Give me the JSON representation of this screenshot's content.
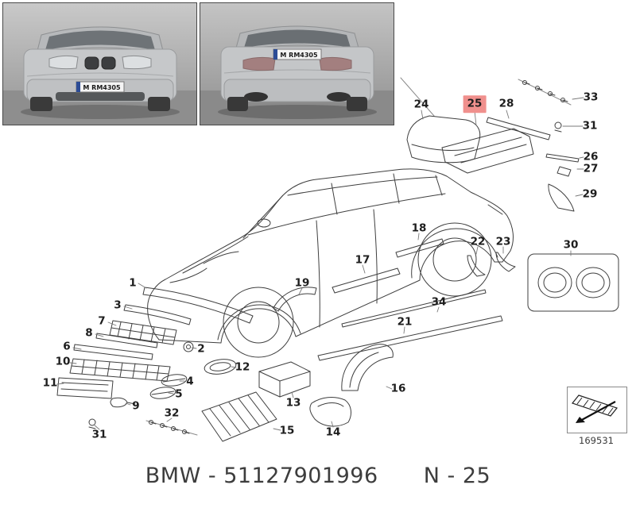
{
  "colors": {
    "highlight": "#f0908d",
    "line": "#3f3f3f"
  },
  "photos": {
    "front": {
      "plate": "M RM4305"
    },
    "rear": {
      "plate": "M RM4305"
    }
  },
  "callouts": [
    {
      "text": "1"
    },
    {
      "text": "2"
    },
    {
      "text": "3"
    },
    {
      "text": "4"
    },
    {
      "text": "5"
    },
    {
      "text": "6"
    },
    {
      "text": "7"
    },
    {
      "text": "8"
    },
    {
      "text": "9"
    },
    {
      "text": "10"
    },
    {
      "text": "11"
    },
    {
      "text": "12"
    },
    {
      "text": "13"
    },
    {
      "text": "14"
    },
    {
      "text": "15"
    },
    {
      "text": "16"
    },
    {
      "text": "17"
    },
    {
      "text": "18"
    },
    {
      "text": "19"
    },
    {
      "text": "21"
    },
    {
      "text": "22"
    },
    {
      "text": "23"
    },
    {
      "text": "24"
    },
    {
      "text": "25"
    },
    {
      "text": "26"
    },
    {
      "text": "27"
    },
    {
      "text": "28"
    },
    {
      "text": "29"
    },
    {
      "text": "30"
    },
    {
      "text": "31"
    },
    {
      "text": "31"
    },
    {
      "text": "32"
    },
    {
      "text": "33"
    },
    {
      "text": "34"
    }
  ],
  "stamp": {
    "number": "169531"
  },
  "footer": {
    "part": "BMW - 51127901996",
    "page": "N - 25"
  }
}
